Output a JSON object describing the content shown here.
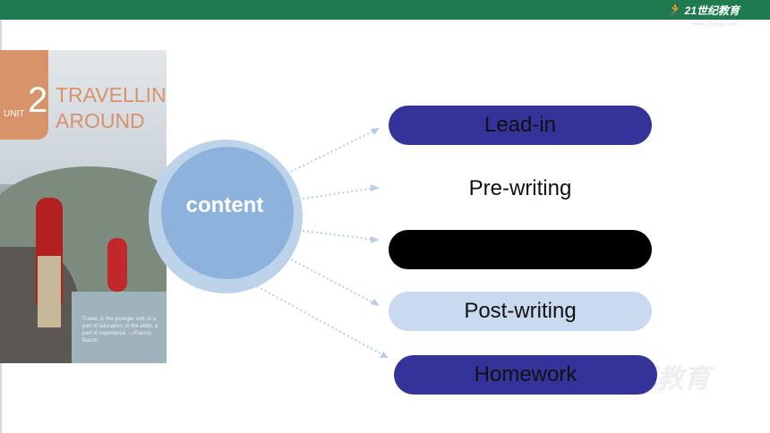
{
  "header": {
    "logo_text": "21世纪教育",
    "logo_sub": "www.21cnjy.com"
  },
  "cover": {
    "unit_word": "UNIT",
    "unit_number": "2",
    "title_line1": "TRAVELLING",
    "title_line2": "AROUND",
    "quote": "Travel, in the younger sort, is a part of education; in the elder, a part of experience. —Francis Bacon"
  },
  "circle": {
    "label": "content"
  },
  "items": [
    {
      "label": "Lead-in"
    },
    {
      "label": "Pre-writing"
    },
    {
      "label": ""
    },
    {
      "label": "Post-writing"
    },
    {
      "label": "Homework"
    }
  ],
  "watermark": {
    "text": "21世纪教育",
    "sub": "www.21cnjy.com"
  },
  "colors": {
    "header": "#1f7a4f",
    "pill_dark": "#333399",
    "pill_light": "#c9daf0",
    "circle": "#8db3dd"
  }
}
